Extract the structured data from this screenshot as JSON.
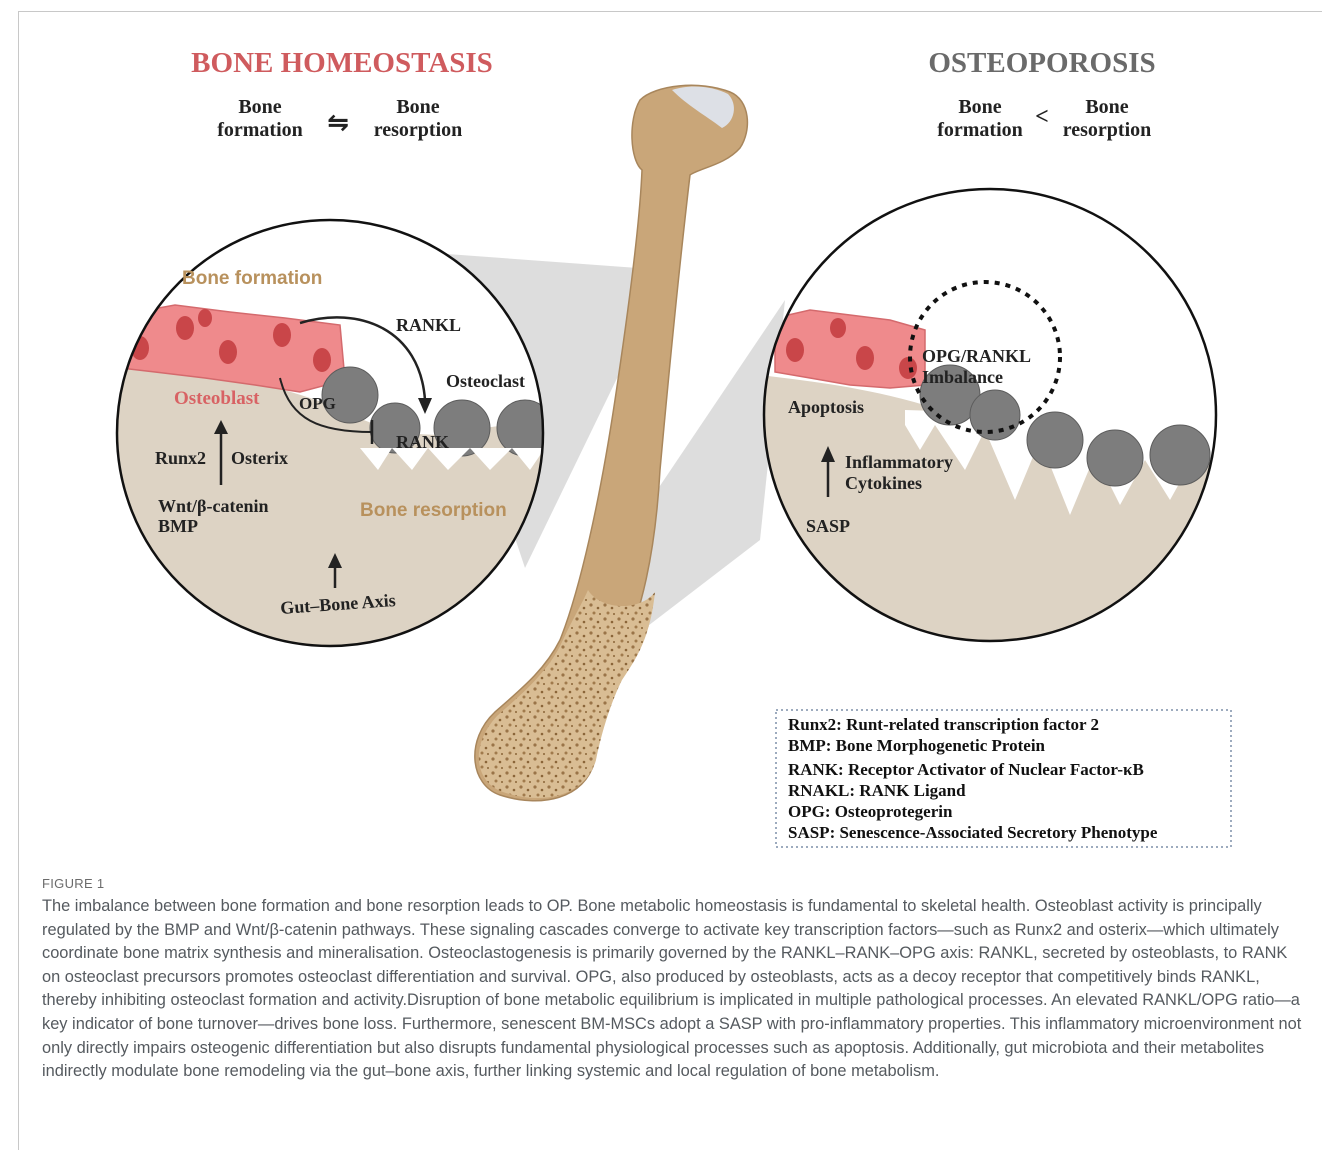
{
  "left_panel": {
    "title": "BONE HOMEOSTASIS",
    "formation_label_l1": "Bone",
    "formation_label_l2": "formation",
    "equilibrium_symbol": "⇋",
    "resorption_label_l1": "Bone",
    "resorption_label_l2": "resorption",
    "bone_formation": "Bone formation",
    "rankl": "RANKL",
    "osteoclast": "Osteoclast",
    "osteoblast": "Osteoblast",
    "opg": "OPG",
    "rank": "RANK",
    "runx2": "Runx2",
    "osterix": "Osterix",
    "wnt": "Wnt/β-catenin",
    "bmp": "BMP",
    "bone_resorption": "Bone resorption",
    "gut_bone_axis": "Gut–Bone Axis"
  },
  "right_panel": {
    "title": "OSTEOPOROSIS",
    "formation_label_l1": "Bone",
    "formation_label_l2": "formation",
    "comparison_symbol": "<",
    "resorption_label_l1": "Bone",
    "resorption_label_l2": "resorption",
    "imbalance_l1": "OPG/RANKL",
    "imbalance_l2": "Imbalance",
    "apoptosis": "Apoptosis",
    "inflammatory_l1": "Inflammatory",
    "inflammatory_l2": "Cytokines",
    "sasp": "SASP"
  },
  "legend": {
    "items": [
      "Runx2: Runt-related transcription factor 2",
      "BMP: Bone Morphogenetic Protein",
      "RANK: Receptor Activator of Nuclear Factor-κB",
      "RNAKL: RANK Ligand",
      "OPG: Osteoprotegerin",
      "SASP: Senescence-Associated Secretory Phenotype"
    ]
  },
  "caption": {
    "label": "FIGURE 1",
    "text": "The imbalance between bone formation and bone resorption leads to OP. Bone metabolic homeostasis is fundamental to skeletal health. Osteoblast activity is principally regulated by the BMP and Wnt/β-catenin pathways. These signaling cascades converge to activate key transcription factors—such as Runx2 and osterix—which ultimately coordinate bone matrix synthesis and mineralisation. Osteoclastogenesis is primarily governed by the RANKL–RANK–OPG axis: RANKL, secreted by osteoblasts, to RANK on osteoclast precursors promotes osteoclast differentiation and survival. OPG, also produced by osteoblasts, acts as a decoy receptor that competitively binds RANKL, thereby inhibiting osteoclast formation and activity.Disruption of bone metabolic equilibrium is implicated in multiple pathological processes. An elevated RANKL/OPG ratio—a key indicator of bone turnover—drives bone loss. Furthermore, senescent BM-MSCs adopt a SASP with pro-inflammatory properties. This inflammatory microenvironment not only directly impairs osteogenic differentiation but also disrupts fundamental physiological processes such as apoptosis. Additionally, gut microbiota and their metabolites indirectly modulate bone remodeling via the gut–bone axis, further linking systemic and local regulation of bone metabolism."
  },
  "colors": {
    "title_red": "#cf5b5e",
    "title_gray": "#6a6a6a",
    "bone_tan": "#c9a679",
    "bone_matrix": "#ddd3c4",
    "osteoblast_pink": "#ef8a8c",
    "osteoclast_gray": "#808080",
    "formation_label": "#b8915d",
    "osteoblast_label": "#d86264"
  }
}
